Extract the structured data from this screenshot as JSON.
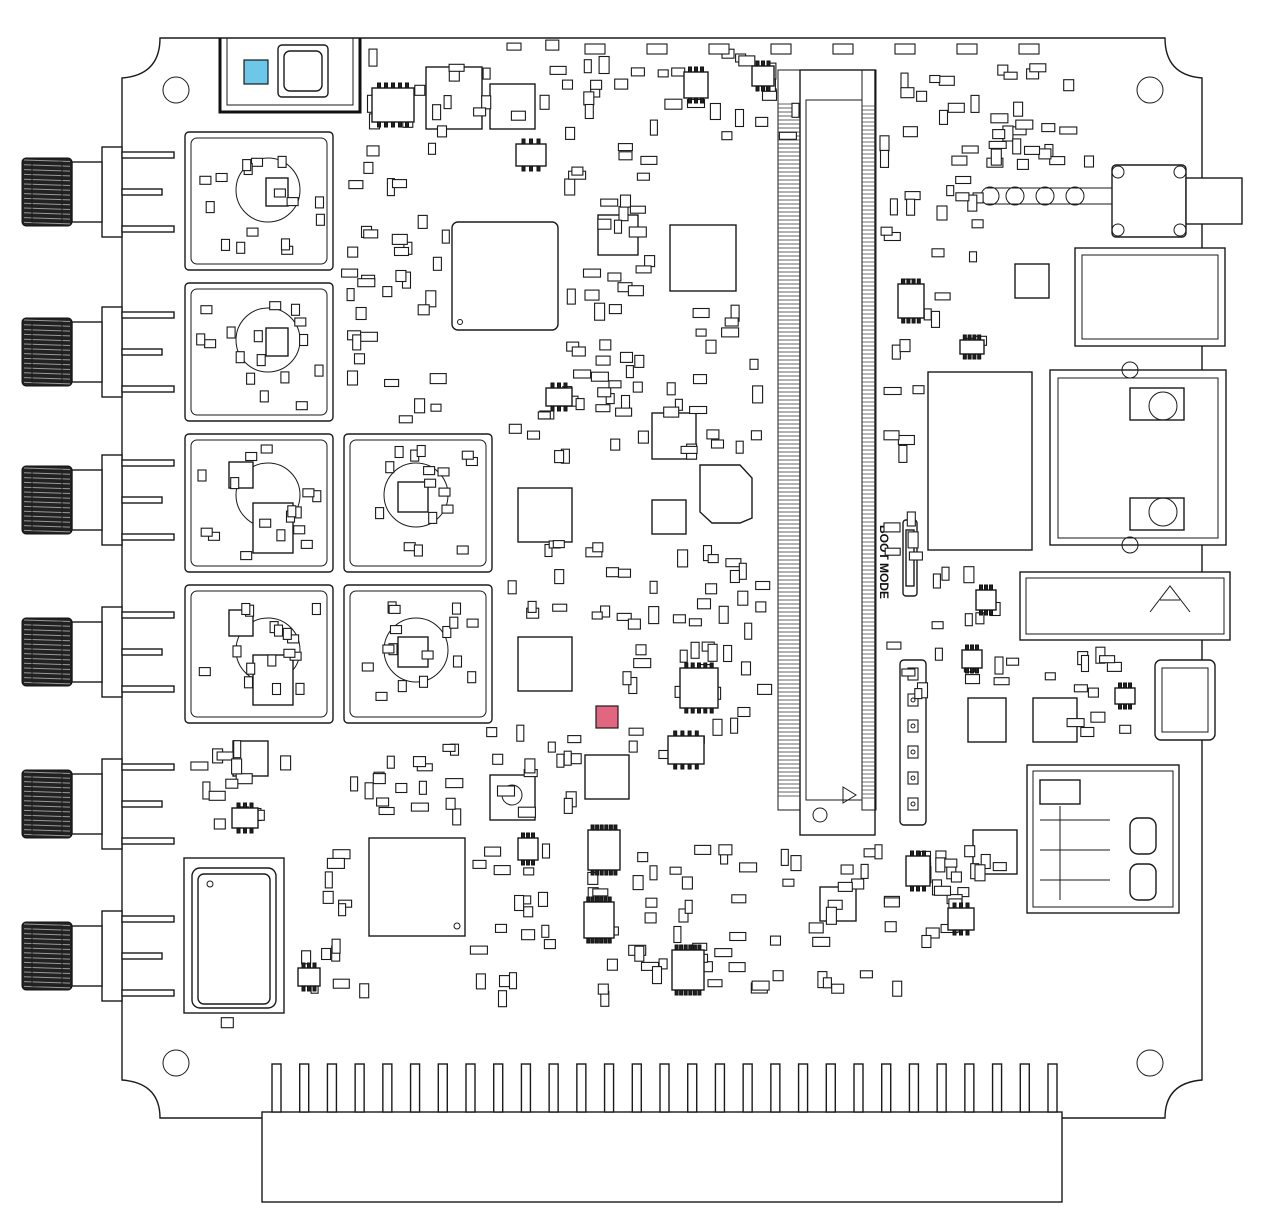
{
  "board": {
    "silkscreen_label": "BOOT MODE",
    "highlight_colors": {
      "marker_blue": "#6cc7e9",
      "marker_red": "#e2667f"
    }
  },
  "components": {
    "sma_connectors": [
      "sma-connector",
      "sma-connector",
      "sma-connector",
      "sma-connector",
      "sma-connector",
      "sma-connector"
    ],
    "edge_connector_pins": 29
  }
}
